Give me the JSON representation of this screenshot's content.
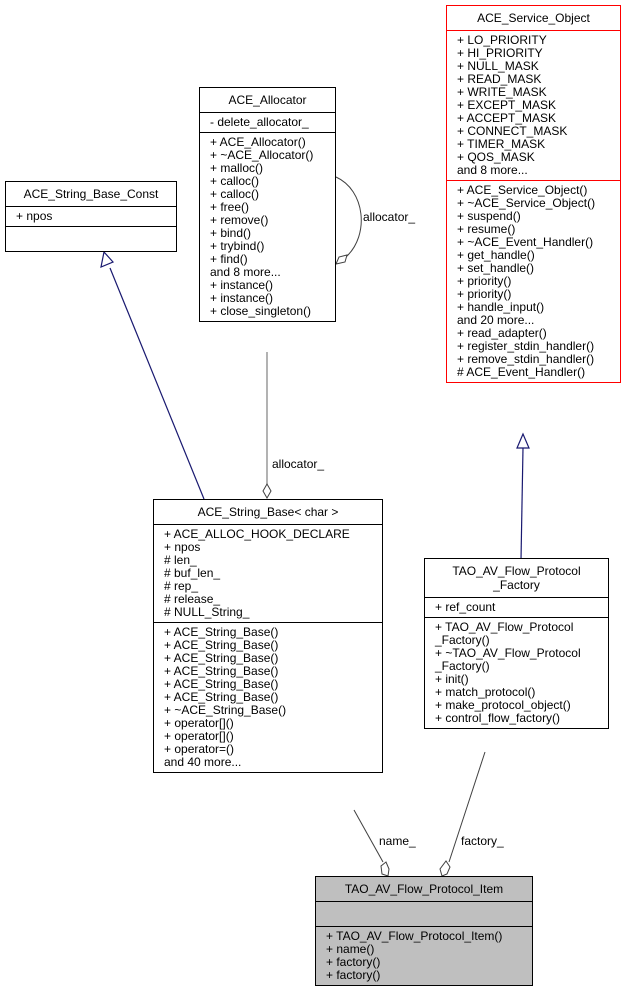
{
  "colors": {
    "inheritance_edge": "#191970",
    "usage_edge": "#404040",
    "highlight_border": "#ff0000",
    "focus_fill": "#bfbfbf"
  },
  "nodes": {
    "service_object": {
      "title": "ACE_Service_Object",
      "attributes": [
        "+ LO_PRIORITY",
        "+ HI_PRIORITY",
        "+ NULL_MASK",
        "+ READ_MASK",
        "+ WRITE_MASK",
        "+ EXCEPT_MASK",
        "+ ACCEPT_MASK",
        "+ CONNECT_MASK",
        "+ TIMER_MASK",
        "+ QOS_MASK",
        "and 8 more..."
      ],
      "methods": [
        "+ ACE_Service_Object()",
        "+ ~ACE_Service_Object()",
        "+ suspend()",
        "+ resume()",
        "+ ~ACE_Event_Handler()",
        "+ get_handle()",
        "+ set_handle()",
        "+ priority()",
        "+ priority()",
        "+ handle_input()",
        "and 20 more...",
        "+ read_adapter()",
        "+ register_stdin_handler()",
        "+ remove_stdin_handler()",
        "# ACE_Event_Handler()"
      ]
    },
    "allocator": {
      "title": "ACE_Allocator",
      "attributes": [
        "- delete_allocator_"
      ],
      "methods": [
        "+ ACE_Allocator()",
        "+ ~ACE_Allocator()",
        "+ malloc()",
        "+ calloc()",
        "+ calloc()",
        "+ free()",
        "+ remove()",
        "+ bind()",
        "+ trybind()",
        "+ find()",
        "and 8 more...",
        "+ instance()",
        "+ instance()",
        "+ close_singleton()"
      ]
    },
    "string_base_const": {
      "title": "ACE_String_Base_Const",
      "attributes": [
        "+ npos"
      ],
      "methods": []
    },
    "string_base": {
      "title": "ACE_String_Base< char >",
      "attributes": [
        "+ ACE_ALLOC_HOOK_DECLARE",
        "+ npos",
        "# len_",
        "# buf_len_",
        "# rep_",
        "# release_",
        "# NULL_String_"
      ],
      "methods": [
        "+ ACE_String_Base()",
        "+ ACE_String_Base()",
        "+ ACE_String_Base()",
        "+ ACE_String_Base()",
        "+ ACE_String_Base()",
        "+ ACE_String_Base()",
        "+ ~ACE_String_Base()",
        "+ operator[]()",
        "+ operator[]()",
        "+ operator=()",
        "and 40 more..."
      ]
    },
    "protocol_factory": {
      "title": "TAO_AV_Flow_Protocol\n_Factory",
      "attributes": [
        "+ ref_count"
      ],
      "methods": [
        "+ TAO_AV_Flow_Protocol",
        "_Factory()",
        "+ ~TAO_AV_Flow_Protocol",
        "_Factory()",
        "+ init()",
        "+ match_protocol()",
        "+ make_protocol_object()",
        "+ control_flow_factory()"
      ]
    },
    "protocol_item": {
      "title": "TAO_AV_Flow_Protocol_Item",
      "attributes": [],
      "methods": [
        "+ TAO_AV_Flow_Protocol_Item()",
        "+ name()",
        "+ factory()",
        "+ factory()"
      ]
    }
  },
  "edges": [
    {
      "from": "string_base",
      "to": "string_base_const",
      "kind": "inheritance",
      "label": ""
    },
    {
      "from": "protocol_factory",
      "to": "service_object",
      "kind": "inheritance",
      "label": ""
    },
    {
      "from": "allocator",
      "to": "allocator",
      "kind": "aggregation",
      "label": "allocator_"
    },
    {
      "from": "allocator",
      "to": "string_base",
      "kind": "aggregation",
      "label": "allocator_"
    },
    {
      "from": "string_base",
      "to": "protocol_item",
      "kind": "aggregation",
      "label": "name_"
    },
    {
      "from": "protocol_factory",
      "to": "protocol_item",
      "kind": "aggregation",
      "label": "factory_"
    }
  ]
}
